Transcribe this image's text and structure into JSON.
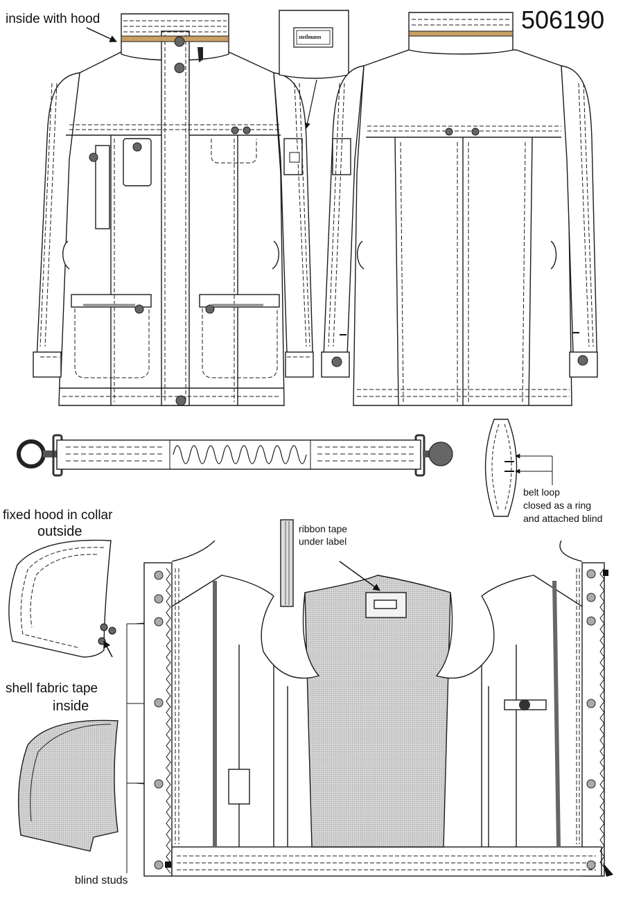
{
  "header": {
    "style_number": "506190"
  },
  "labels": {
    "inside_with_hood": "inside with hood",
    "brand_label": "steilmann",
    "belt_loop_1": "belt loop",
    "belt_loop_2": "closed as a ring",
    "belt_loop_3": "and attached blind",
    "fixed_hood": "fixed hood in collar",
    "outside": "outside",
    "ribbon_tape_1": "ribbon tape",
    "ribbon_tape_2": "under label",
    "shell_fabric_tape": "shell fabric tape",
    "inside": "inside",
    "blind_studs": "blind studs"
  },
  "colors": {
    "line": "#1a1a1a",
    "collar_tape": "#c8a064",
    "button": "#555555",
    "lining": "#cfcfcf",
    "zipper_stripe": "#666666"
  },
  "icons": [
    "arrow-icon",
    "button-icon",
    "ring-icon",
    "snap-icon"
  ]
}
